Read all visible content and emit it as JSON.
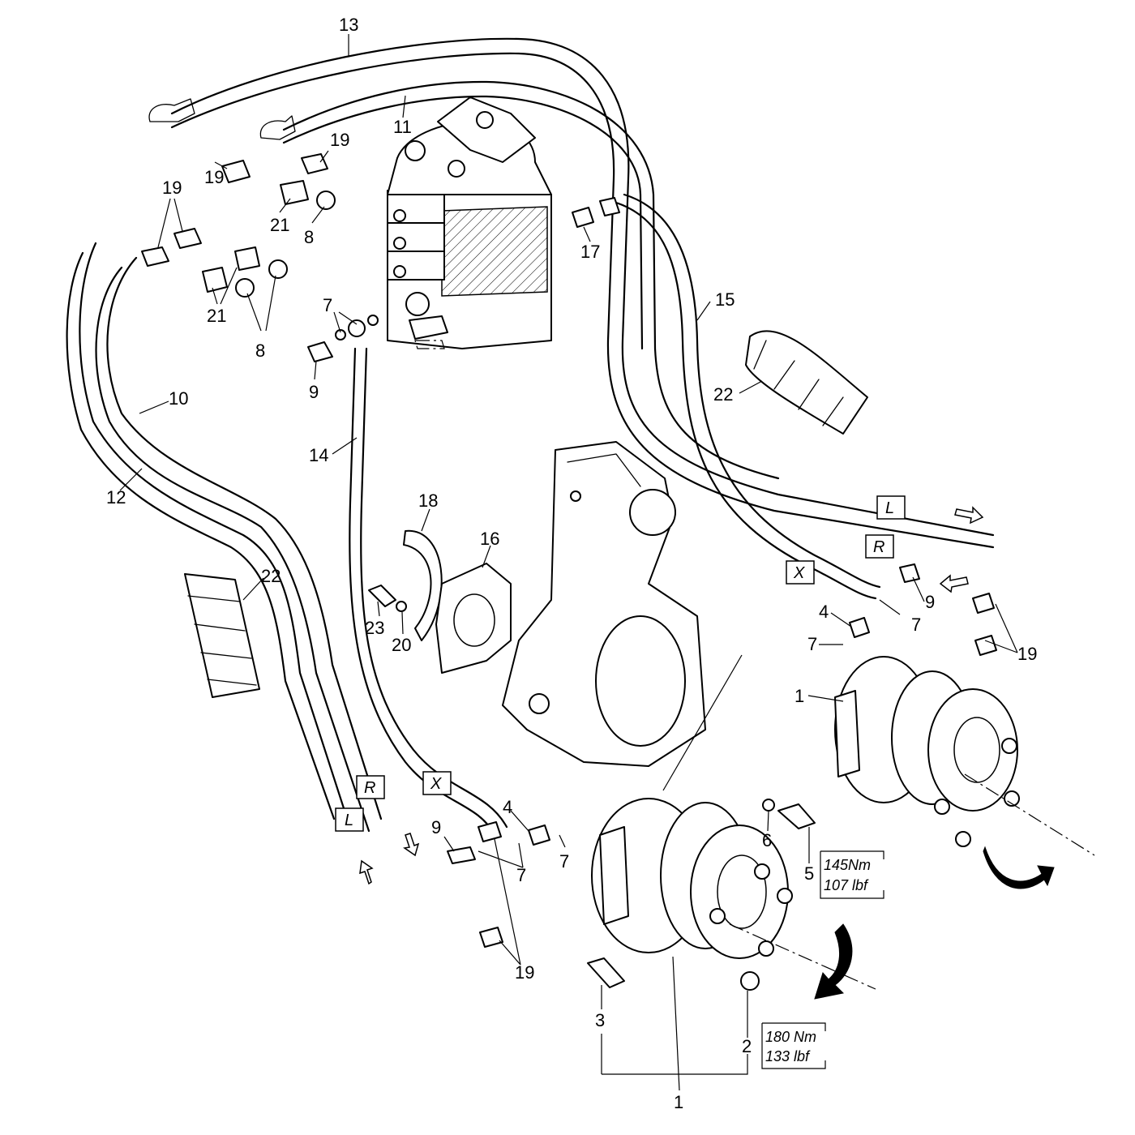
{
  "callouts": [
    {
      "id": "c13",
      "text": "13"
    },
    {
      "id": "c11",
      "text": "11"
    },
    {
      "id": "c19a",
      "text": "19"
    },
    {
      "id": "c19b",
      "text": "19"
    },
    {
      "id": "c19c",
      "text": "19"
    },
    {
      "id": "c21a",
      "text": "21"
    },
    {
      "id": "c8a",
      "text": "8"
    },
    {
      "id": "c17",
      "text": "17"
    },
    {
      "id": "c21b",
      "text": "21"
    },
    {
      "id": "c8b",
      "text": "8"
    },
    {
      "id": "c7a",
      "text": "7"
    },
    {
      "id": "c9a",
      "text": "9"
    },
    {
      "id": "c15",
      "text": "15"
    },
    {
      "id": "c22a",
      "text": "22"
    },
    {
      "id": "c10",
      "text": "10"
    },
    {
      "id": "c14",
      "text": "14"
    },
    {
      "id": "c12",
      "text": "12"
    },
    {
      "id": "c18",
      "text": "18"
    },
    {
      "id": "c16",
      "text": "16"
    },
    {
      "id": "c22b",
      "text": "22"
    },
    {
      "id": "c23",
      "text": "23"
    },
    {
      "id": "c20",
      "text": "20"
    },
    {
      "id": "c9b",
      "text": "9"
    },
    {
      "id": "c4a",
      "text": "4"
    },
    {
      "id": "c7b",
      "text": "7"
    },
    {
      "id": "c7c",
      "text": "7"
    },
    {
      "id": "c19d",
      "text": "19"
    },
    {
      "id": "c1a",
      "text": "1"
    },
    {
      "id": "c4b",
      "text": "4"
    },
    {
      "id": "c9c",
      "text": "9"
    },
    {
      "id": "c7d",
      "text": "7"
    },
    {
      "id": "c7e",
      "text": "7"
    },
    {
      "id": "c6",
      "text": "6"
    },
    {
      "id": "c5",
      "text": "5"
    },
    {
      "id": "c19e",
      "text": "19"
    },
    {
      "id": "c3",
      "text": "3"
    },
    {
      "id": "c2",
      "text": "2"
    },
    {
      "id": "c1b",
      "text": "1"
    }
  ],
  "line_tags": [
    {
      "id": "tagL1",
      "text": "L"
    },
    {
      "id": "tagR1",
      "text": "R"
    },
    {
      "id": "tagX1",
      "text": "X"
    },
    {
      "id": "tagX2",
      "text": "X"
    },
    {
      "id": "tagR2",
      "text": "R"
    },
    {
      "id": "tagL2",
      "text": "L"
    }
  ],
  "torque_specs": {
    "bolt": {
      "line1": "145Nm",
      "line2": "107 lbf"
    },
    "nut": {
      "line1": "180 Nm",
      "line2": "133 lbf"
    }
  }
}
